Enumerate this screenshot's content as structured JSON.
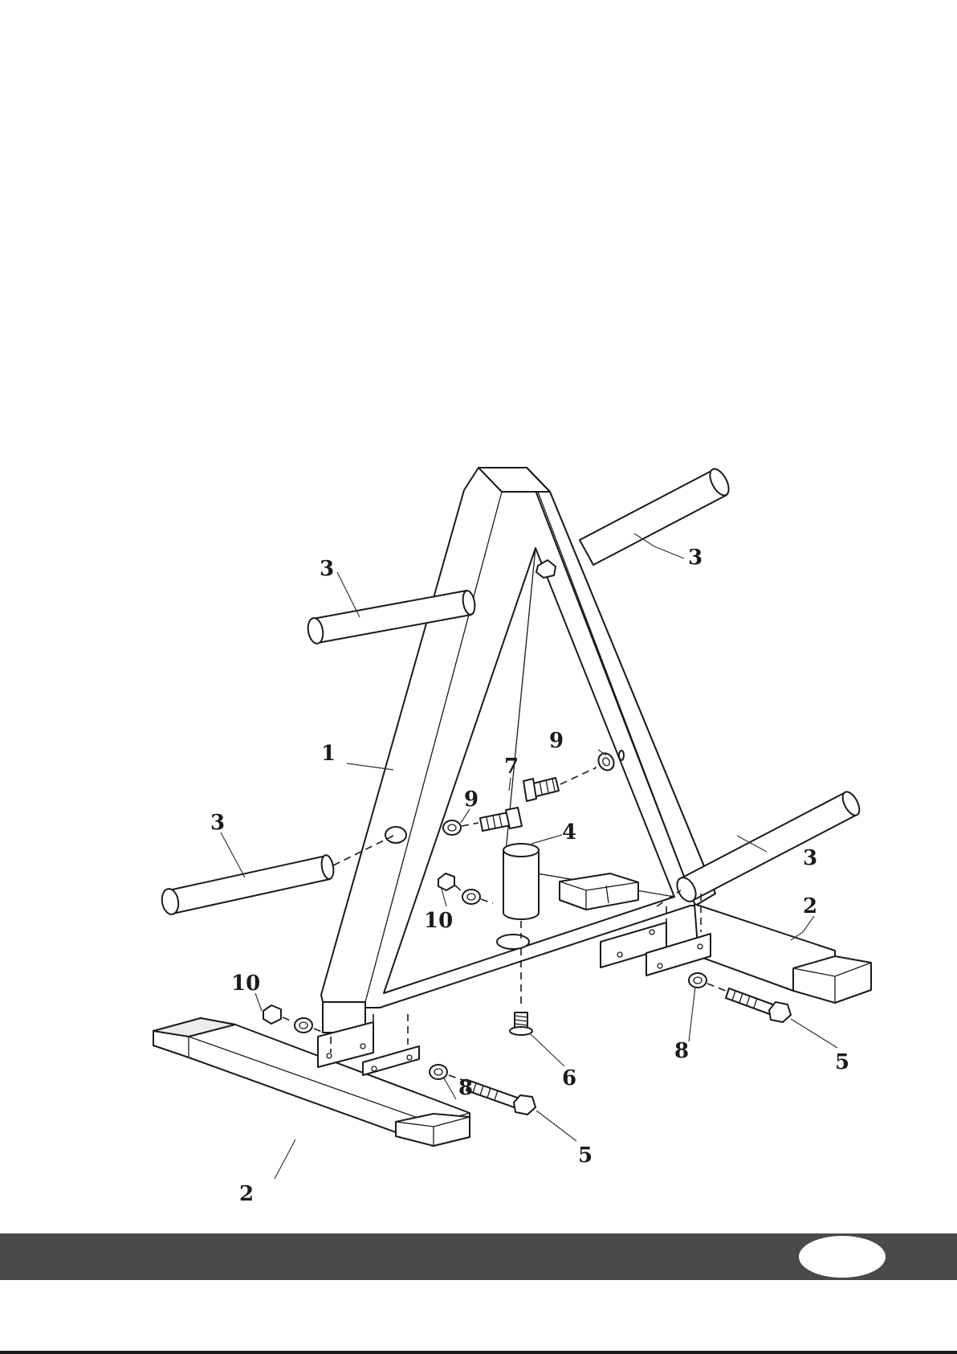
{
  "diagram": {
    "callouts": [
      {
        "id": "c3a",
        "label": "3"
      },
      {
        "id": "c3b",
        "label": "3"
      },
      {
        "id": "c3c",
        "label": "3"
      },
      {
        "id": "c3d",
        "label": "3"
      },
      {
        "id": "c1",
        "label": "1"
      },
      {
        "id": "c9a",
        "label": "9"
      },
      {
        "id": "c9b",
        "label": "9"
      },
      {
        "id": "c7",
        "label": "7"
      },
      {
        "id": "c4",
        "label": "4"
      },
      {
        "id": "c10a",
        "label": "10"
      },
      {
        "id": "c10b",
        "label": "10"
      },
      {
        "id": "c2a",
        "label": "2"
      },
      {
        "id": "c2b",
        "label": "2"
      },
      {
        "id": "c8a",
        "label": "8"
      },
      {
        "id": "c8b",
        "label": "8"
      },
      {
        "id": "c5a",
        "label": "5"
      },
      {
        "id": "c5b",
        "label": "5"
      },
      {
        "id": "c6",
        "label": "6"
      }
    ]
  },
  "footer": {
    "page_number": "",
    "bar_color": "#4a4a4a"
  }
}
